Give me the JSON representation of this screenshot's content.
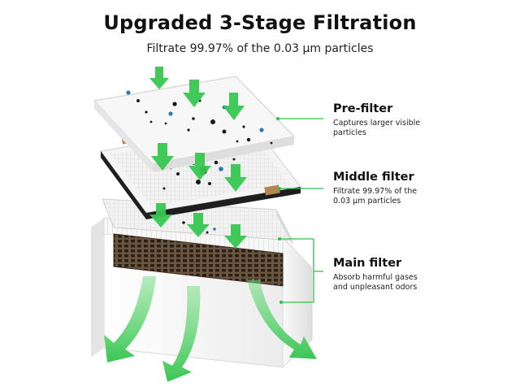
{
  "header": {
    "title": "Upgraded 3-Stage Filtration",
    "subtitle": "Filtrate 99.97% of the 0.03 µm particles"
  },
  "labels": {
    "pre_filter": {
      "title": "Pre-filter",
      "desc": "Captures larger visible particles"
    },
    "middle_filter": {
      "title": "Middle filter",
      "desc": "Filtrate 99.97% of the 0.03 µm particles"
    },
    "main_filter": {
      "title": "Main filter",
      "desc": "Absorb harmful gases and unpleasant odors"
    }
  },
  "colors": {
    "accent_green": "#2fc34a",
    "arrow_green": "#38c752",
    "filter_white": "#f4f4f4",
    "frame_dark": "#222222",
    "honeycomb_dark": "#4a3a2a",
    "particle_blue": "#2b7bb0",
    "particle_black": "#1a1a1a"
  }
}
